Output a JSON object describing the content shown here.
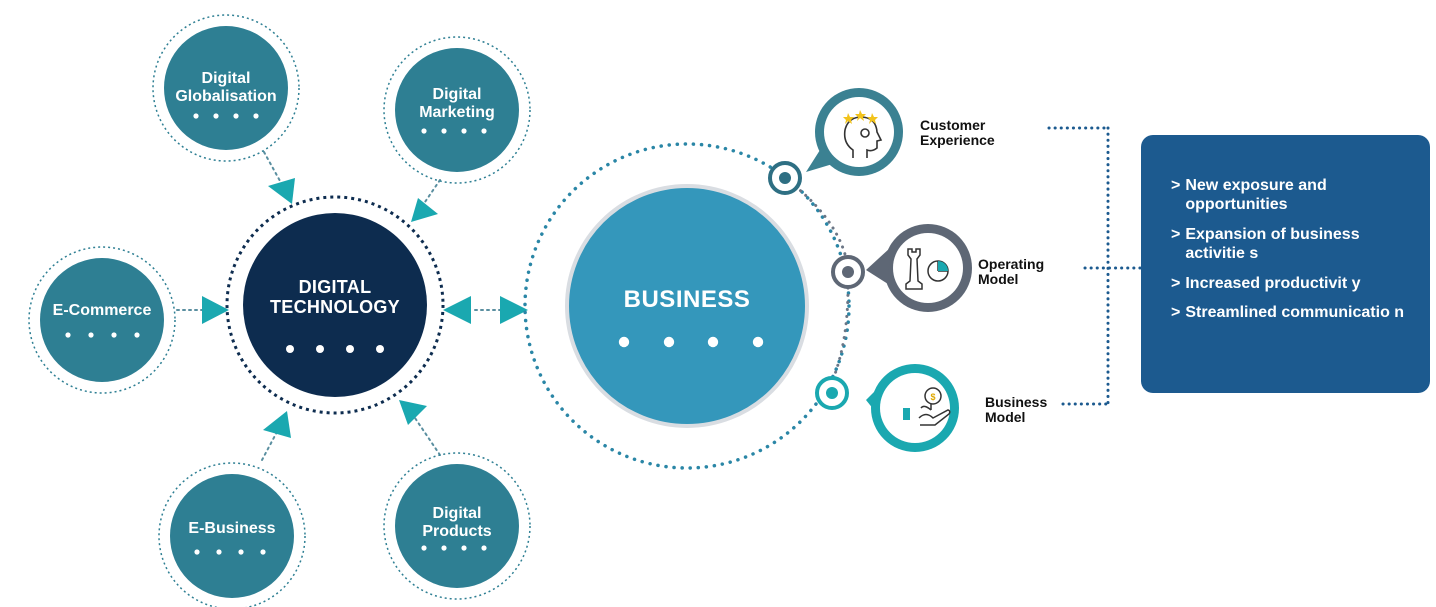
{
  "diagram": {
    "core": {
      "label": "DIGITAL\nTECHNOLOGY"
    },
    "satellites": [
      {
        "id": "digital-globalisation",
        "label": "Digital\nGlobalisation"
      },
      {
        "id": "digital-marketing",
        "label": "Digital\nMarketing"
      },
      {
        "id": "e-commerce",
        "label": "E-Commerce"
      },
      {
        "id": "e-business",
        "label": "E-Business"
      },
      {
        "id": "digital-products",
        "label": "Digital\nProducts"
      }
    ],
    "business": {
      "label": "BUSINESS"
    },
    "aspects": [
      {
        "id": "customer-experience",
        "label": "Customer\nExperience",
        "icon": "head-stars-icon"
      },
      {
        "id": "operating-model",
        "label": "Operating\nModel",
        "icon": "chess-rook-pie-chart-icon"
      },
      {
        "id": "business-model",
        "label": "Business\nModel",
        "icon": "hand-plant-dollar-icon"
      }
    ],
    "benefits": [
      "New exposure and opportunities",
      "Expansion of business activitie s",
      "Increased productivit y",
      "Streamlined communicatio n"
    ]
  },
  "colors": {
    "teal_dark": "#2e7f93",
    "navy": "#0d2c4f",
    "business_blue": "#3497bb",
    "arrow_teal": "#1aa8b0",
    "dot_blue": "#2a86a6",
    "panel_blue": "#1c5a8f",
    "gray_ring": "#5e6775",
    "gold_star": "#f2c31b"
  }
}
